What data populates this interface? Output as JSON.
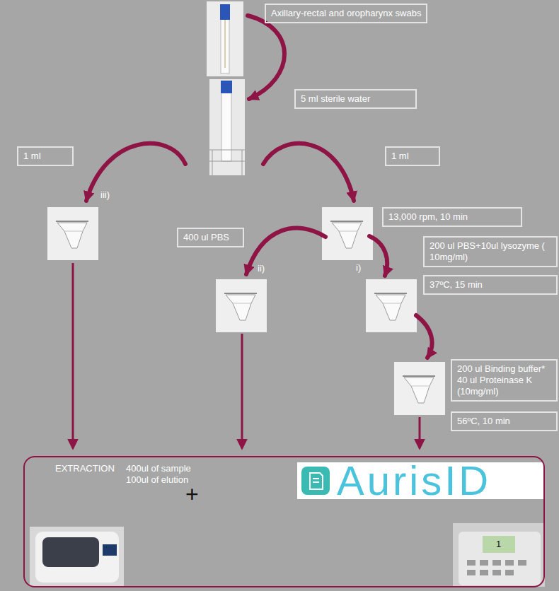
{
  "diagram": {
    "nodes": [
      {
        "text": [
          "Axillary-rectal and oropharynx swabs"
        ]
      },
      {
        "text": [
          "5 ml sterile water"
        ]
      },
      {
        "text": [
          "1 ml"
        ]
      },
      {
        "text": [
          "1 ml"
        ]
      },
      {
        "text": [
          "13,000 rpm, 10 min"
        ]
      },
      {
        "text": [
          "400 ul PBS"
        ]
      },
      {
        "text": [
          "200 ul PBS+10ul lysozyme ( 10mg/ml)"
        ]
      },
      {
        "text": [
          "37ºC, 15 min"
        ]
      },
      {
        "text": [
          "200 ul Binding buffer*",
          "40 ul Proteinase K (10mg/ml)"
        ]
      },
      {
        "text": [
          "56ºC, 10 min"
        ]
      },
      {
        "text": [
          "EXTRACTION",
          "400ul of sample 100ul of elution"
        ]
      }
    ],
    "labels": [
      "iii)",
      "ii)",
      "i)",
      "+",
      "AurisID",
      "1"
    ]
  }
}
